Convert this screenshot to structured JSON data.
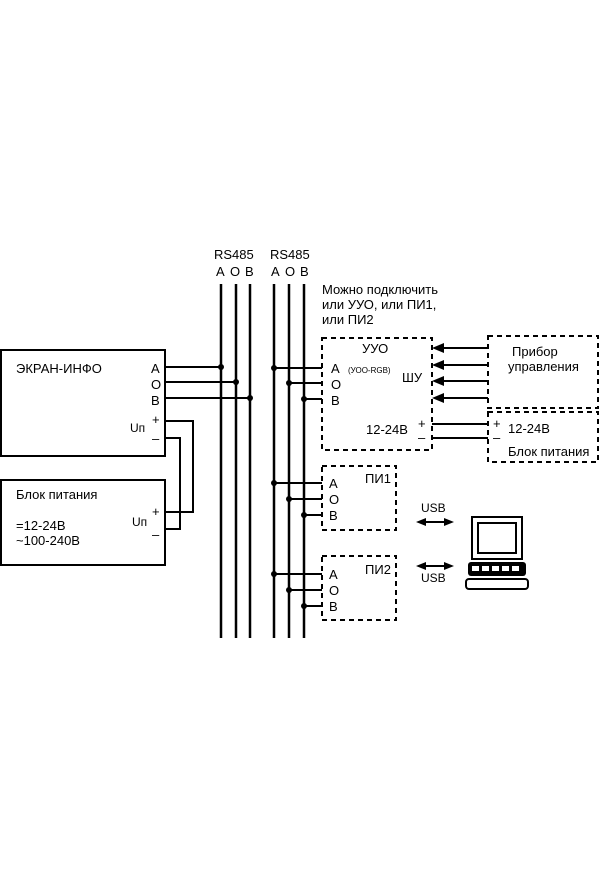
{
  "bus_groups": [
    {
      "title": "RS485",
      "a": "A",
      "o": "O",
      "b": "B"
    },
    {
      "title": "RS485",
      "a": "A",
      "o": "O",
      "b": "B"
    }
  ],
  "note": {
    "line1": "Можно подключить",
    "line2": "или УУО, или ПИ1,",
    "line3": "или ПИ2"
  },
  "ekran": {
    "title": "ЭКРАН-ИНФО",
    "a": "A",
    "o": "O",
    "b": "B",
    "un": "Uп",
    "plus": "+",
    "minus": "–"
  },
  "psu_main": {
    "title": "Блок питания",
    "v1": "=12-24В",
    "v2": "~100-240В",
    "un": "Uп",
    "plus": "+",
    "minus": "–"
  },
  "uuo": {
    "title": "УУО",
    "sub": "(УОО-RGB)",
    "shu": "ШУ",
    "a": "A",
    "o": "O",
    "b": "B",
    "volt": "12-24В",
    "plus": "+",
    "minus": "–"
  },
  "device": {
    "line1": "Прибор",
    "line2": "управления"
  },
  "psu_small": {
    "volt": "12-24В",
    "title": "Блок питания",
    "plus": "+",
    "minus": "–"
  },
  "pi1": {
    "title": "ПИ1",
    "a": "A",
    "o": "O",
    "b": "B",
    "usb": "USB"
  },
  "pi2": {
    "title": "ПИ2",
    "a": "A",
    "o": "O",
    "b": "B",
    "usb": "USB"
  }
}
